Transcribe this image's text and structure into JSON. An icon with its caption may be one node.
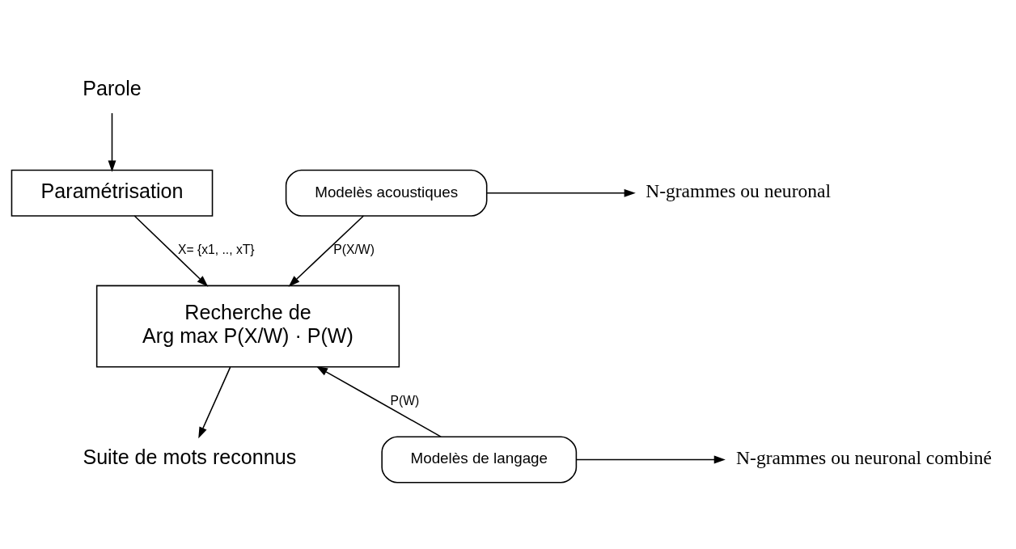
{
  "diagram": {
    "nodes": [
      {
        "text": [
          "Parole"
        ]
      },
      {
        "text": [
          "Paramétrisation"
        ]
      },
      {
        "text": [
          "Recherche de",
          "Arg max P(X/W) · P(W)"
        ]
      },
      {
        "text": [
          "Modelès acoustiques"
        ]
      },
      {
        "text": [
          "N-grammes ou neuronal"
        ]
      },
      {
        "text": [
          "Suite de mots reconnus"
        ]
      },
      {
        "text": [
          "Modelès de langage"
        ]
      },
      {
        "text": [
          "N-grammes ou neuronal combiné"
        ]
      }
    ],
    "edges": [
      {
        "from": 0,
        "to": 1,
        "arrow": "to"
      },
      {
        "from": 1,
        "to": 2,
        "arrow": "to",
        "label": "X= {x1, .., xT}"
      },
      {
        "from": 3,
        "to": 2,
        "arrow": "to",
        "label": "P(X/W)"
      },
      {
        "from": 3,
        "to": 4,
        "arrow": "to"
      },
      {
        "from": 2,
        "to": 5,
        "arrow": "to"
      },
      {
        "from": 6,
        "to": 2,
        "arrow": "to",
        "label": "P(W)"
      },
      {
        "from": 6,
        "to": 7,
        "arrow": "to"
      }
    ]
  }
}
